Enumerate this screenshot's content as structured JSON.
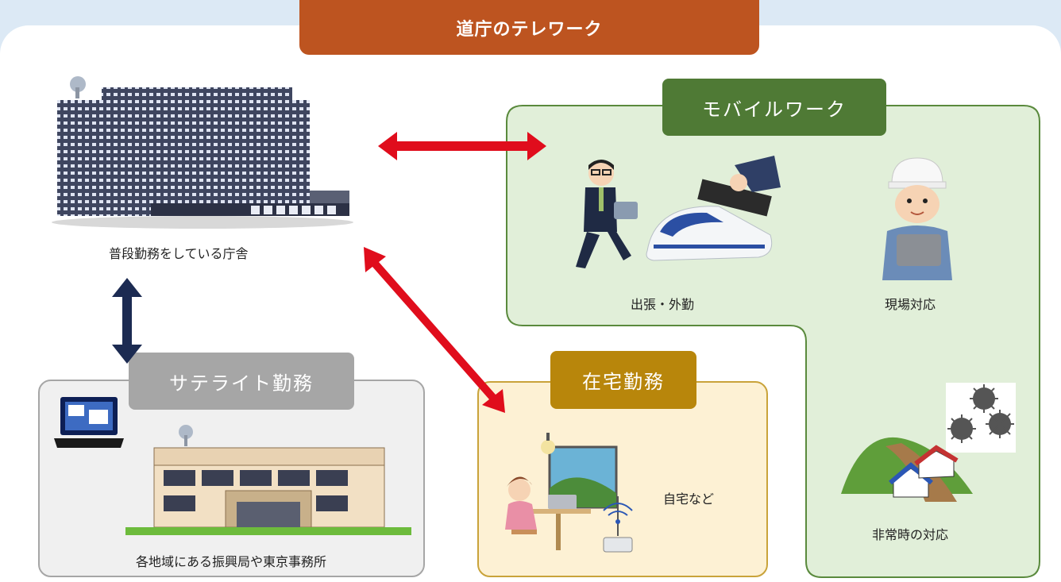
{
  "title": "道庁のテレワーク",
  "office": {
    "caption": "普段勤務をしている庁舎"
  },
  "mobile": {
    "title": "モバイルワーク",
    "items": [
      {
        "caption": "出張・外勤"
      },
      {
        "caption": "現場対応"
      },
      {
        "caption": "非常時の対応"
      }
    ]
  },
  "home": {
    "title": "在宅勤務",
    "caption": "自宅など"
  },
  "satellite": {
    "title": "サテライト勤務",
    "caption": "各地域にある振興局や東京事務所"
  },
  "colors": {
    "title_bg": "#bd5420",
    "mobile_header": "#4f7a35",
    "mobile_bg": "#e1efd9",
    "mobile_border": "#5a8a3d",
    "home_header": "#b8860b",
    "home_bg": "#fdf1d4",
    "home_border": "#c9a33a",
    "satellite_header": "#a6a6a6",
    "satellite_bg": "#f0f0f0",
    "satellite_border": "#a6a6a6",
    "red_arrow": "#e00d1c",
    "navy_arrow": "#1c2b52"
  }
}
